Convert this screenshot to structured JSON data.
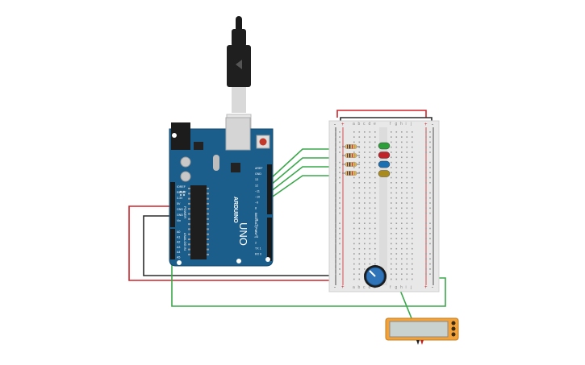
{
  "board": {
    "brand": "ARDUINO",
    "model": "UNO",
    "header_labels": {
      "power_section": "POWER",
      "analog_section": "ANALOG IN",
      "digital_section": "DIGITAL (PWM~)",
      "power_pins": [
        "IOREF",
        "RESET",
        "3.3V",
        "5V",
        "GND",
        "GND",
        "Vin"
      ],
      "analog_pins": [
        "A0",
        "A1",
        "A2",
        "A3",
        "A4",
        "A5"
      ],
      "digital_pins": [
        "AREF",
        "GND",
        "13",
        "12",
        "~11",
        "~10",
        "~9",
        "8",
        "7",
        "~6",
        "~5",
        "4",
        "~3",
        "2",
        "TX 1",
        "RX 0"
      ]
    }
  },
  "breadboard": {
    "column_letters_left": [
      "a",
      "b",
      "c",
      "d",
      "e"
    ],
    "column_letters_right": [
      "f",
      "g",
      "h",
      "i",
      "j"
    ],
    "rail_signs": [
      "+",
      "-"
    ]
  },
  "leds": [
    {
      "color_name": "green",
      "color": "#2e9e3a"
    },
    {
      "color_name": "red",
      "color": "#c0242b"
    },
    {
      "color_name": "blue",
      "color": "#1c6fb0"
    },
    {
      "color_name": "yellow",
      "color": "#a88a1e"
    }
  ],
  "components": {
    "resistor_count": 4,
    "potentiometer": "potentiometer",
    "multimeter": "multimeter",
    "usb_cable": "usb-cable"
  },
  "wire_colors": {
    "power": "#d1232a",
    "ground": "#2b2b2b",
    "signal": "#3aa84a"
  },
  "colors": {
    "arduino_blue": "#1b5e8c",
    "breadboard": "#e8e8e8",
    "multimeter_body": "#f2a23a"
  }
}
